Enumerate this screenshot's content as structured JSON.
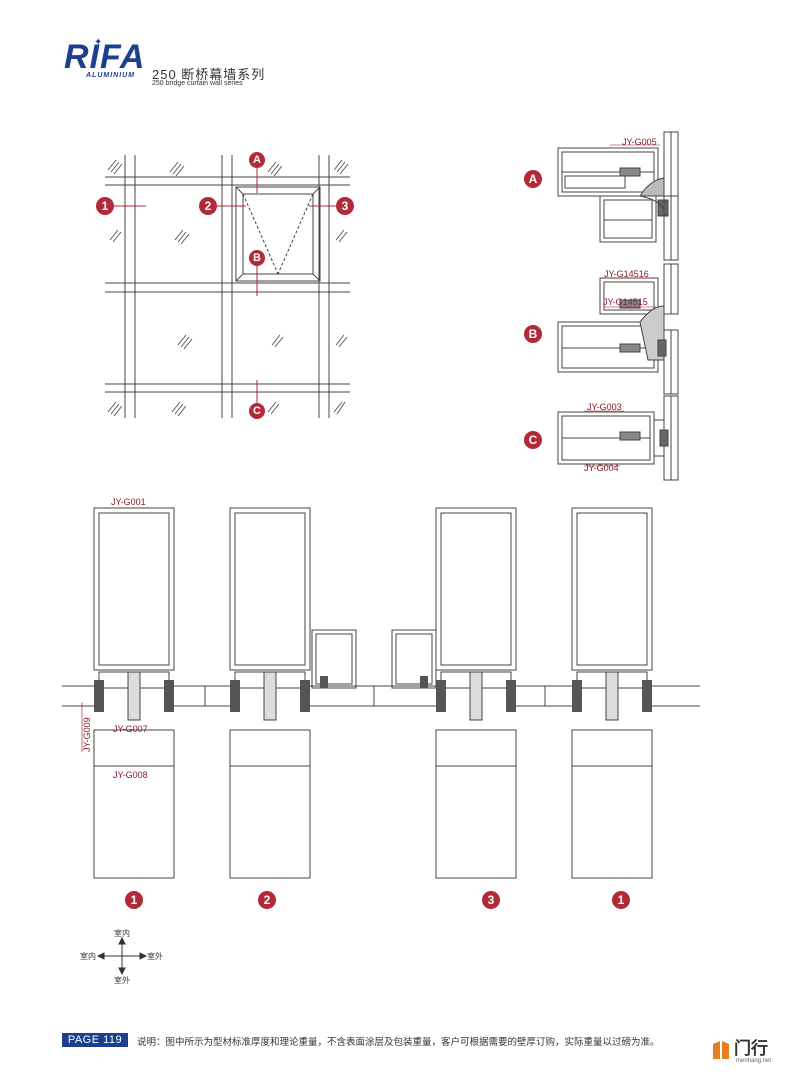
{
  "header": {
    "brand": "RIFA",
    "brand_sub": "ALUMINIUM",
    "series_cn": "250 断桥幕墙系列",
    "series_en": "250 bridge curtain wall series"
  },
  "elevation": {
    "markers": {
      "m1": "1",
      "m2": "2",
      "m3": "3",
      "mA": "A",
      "mB": "B",
      "mC": "C"
    }
  },
  "sections_right": {
    "markers": {
      "A": "A",
      "B": "B",
      "C": "C"
    },
    "labels": {
      "g005": "JY-G005",
      "g14516": "JY-G14516",
      "g14515": "JY-G14515",
      "g003": "JY-G003",
      "g004": "JY-G004"
    }
  },
  "plan": {
    "labels": {
      "g001": "JY-G001",
      "g009": "JY-G009",
      "g007": "JY-G007",
      "g008": "JY-G008"
    },
    "markers": {
      "p1": "1",
      "p2": "2",
      "p3": "3",
      "p4": "1"
    }
  },
  "compass": {
    "up": "室内",
    "left": "室内",
    "right": "室外",
    "down": "室外"
  },
  "footer": {
    "page": "PAGE 119",
    "note": "说明：图中所示为型材标准厚度和理论重量，不含表面涂层及包装重量，客户可根据需要的壁厚订购，实际重量以过磅为准。"
  },
  "watermark": {
    "cn": "门行",
    "en": "menhang.net"
  },
  "colors": {
    "brand": "#1d3f8f",
    "marker": "#b22a38",
    "label": "#8b1c2b"
  }
}
